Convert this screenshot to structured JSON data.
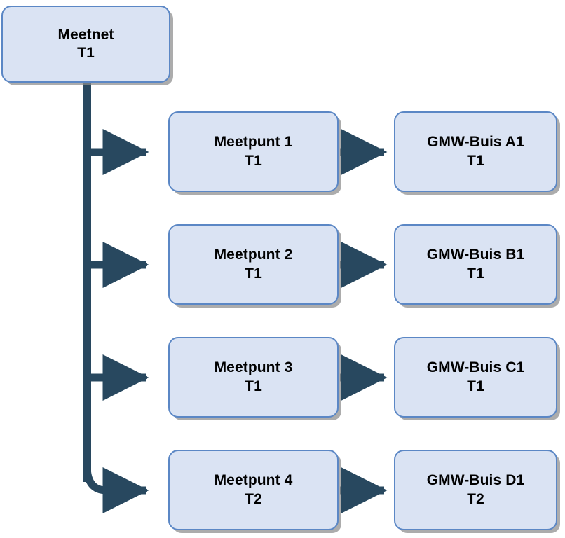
{
  "diagram": {
    "title": "Meetnet hierarchy diagram",
    "type": "flowchart",
    "colors": {
      "node_fill": "#dae3f3",
      "node_border": "#5b87c5",
      "connector": "#28485f",
      "shadow": "#8c8c8c",
      "text": "#000000",
      "background": "#ffffff"
    },
    "root": {
      "id": "meetnet",
      "line1": "Meetnet",
      "line2": "T1"
    },
    "branches": [
      {
        "id": "meetpunt-1",
        "middle": {
          "line1": "Meetpunt 1",
          "line2": "T1"
        },
        "right": {
          "id": "gmw-buis-a1",
          "line1": "GMW-Buis A1",
          "line2": "T1"
        }
      },
      {
        "id": "meetpunt-2",
        "middle": {
          "line1": "Meetpunt 2",
          "line2": "T1"
        },
        "right": {
          "id": "gmw-buis-b1",
          "line1": "GMW-Buis B1",
          "line2": "T1"
        }
      },
      {
        "id": "meetpunt-3",
        "middle": {
          "line1": "Meetpunt 3",
          "line2": "T1"
        },
        "right": {
          "id": "gmw-buis-c1",
          "line1": "GMW-Buis C1",
          "line2": "T1"
        }
      },
      {
        "id": "meetpunt-4",
        "middle": {
          "line1": "Meetpunt 4",
          "line2": "T2"
        },
        "right": {
          "id": "gmw-buis-d1",
          "line1": "GMW-Buis D1",
          "line2": "T2"
        }
      }
    ]
  }
}
